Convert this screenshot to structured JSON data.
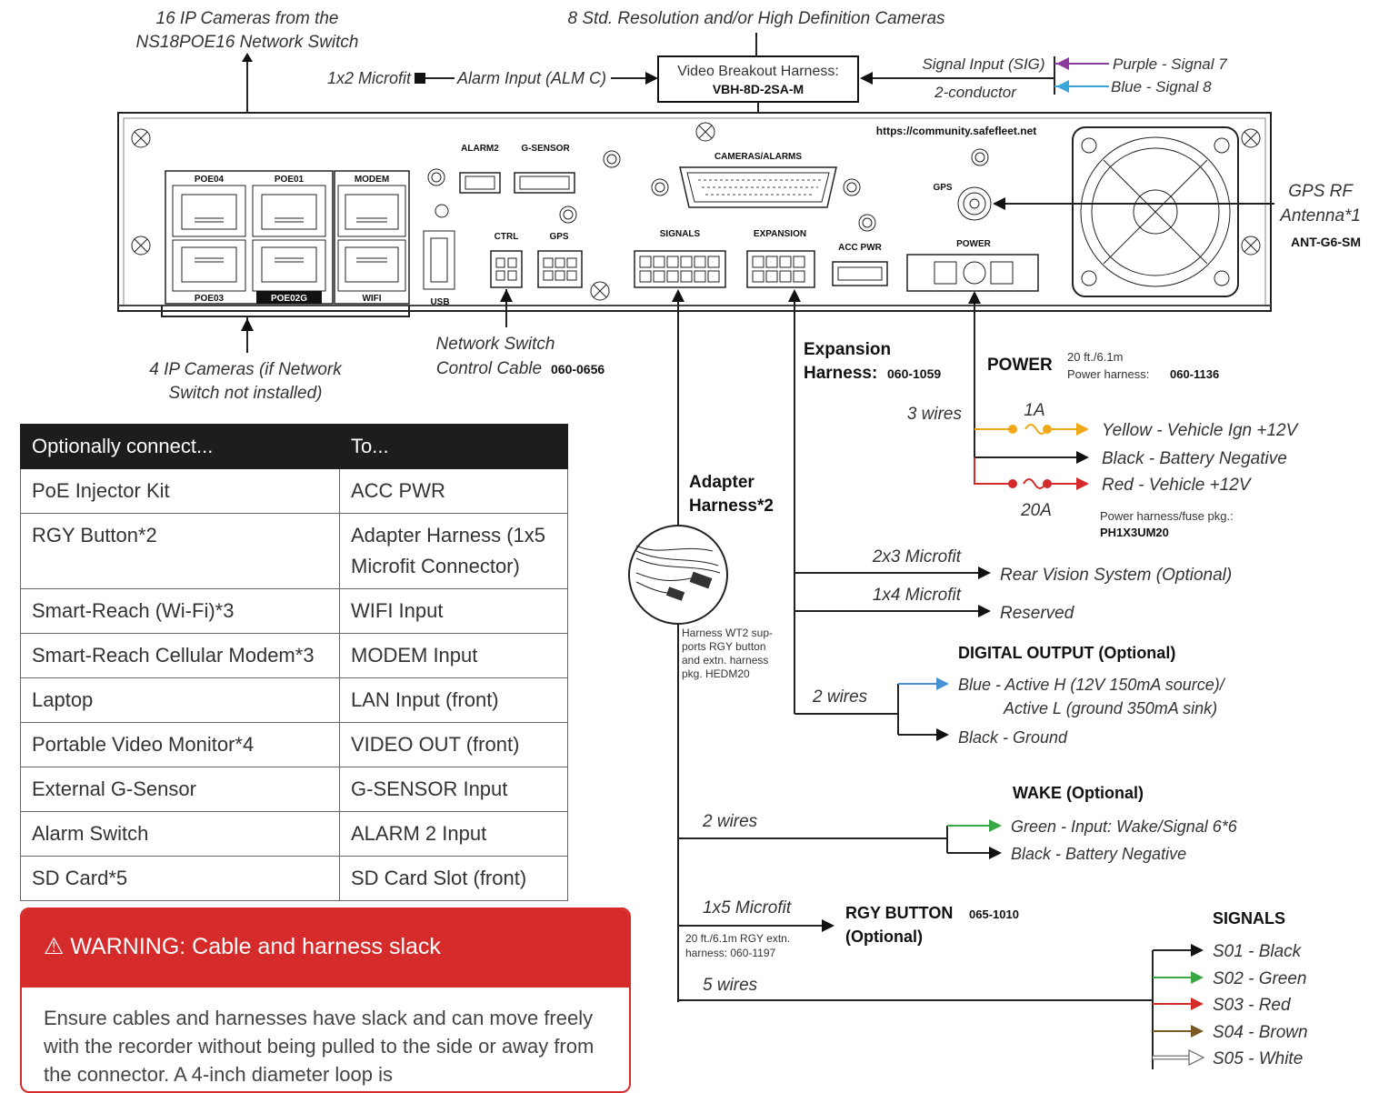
{
  "top": {
    "ip16_line1": "16 IP Cameras from the",
    "ip16_line2": "NS18POE16 Network Switch",
    "cams8": "8 Std. Resolution and/or High Definition Cameras",
    "microfit_1x2": "1x2 Microfit",
    "alarm_input": "Alarm Input (ALM C)",
    "vbh_title": "Video Breakout Harness:",
    "vbh_part": "VBH-8D-2SA-M",
    "signal_input": "Signal Input (SIG)",
    "two_conductor": "2-conductor",
    "purple": "Purple - Signal 7",
    "blue": "Blue - Signal 8"
  },
  "device": {
    "url": "https://community.safefleet.net",
    "labels": {
      "poe04": "POE04",
      "poe01": "POE01",
      "modem": "MODEM",
      "poe03": "POE03",
      "poe02g": "POE02G",
      "wifi": "WIFI",
      "usb": "USB",
      "alarm2": "ALARM2",
      "gsensor": "G-SENSOR",
      "ctrl": "CTRL",
      "gps_conn": "GPS",
      "cameras_alarms": "CAMERAS/ALARMS",
      "signals": "SIGNALS",
      "expansion": "EXPANSION",
      "acc_pwr": "ACC PWR",
      "gps": "GPS",
      "power": "POWER"
    }
  },
  "annotations": {
    "gps_rf_1": "GPS RF",
    "gps_rf_2": "Antenna*1",
    "gps_part": "ANT-G6-SM",
    "ip4_line1": "4 IP Cameras (if Network",
    "ip4_line2": "Switch not installed)",
    "nsc_line1": "Network Switch",
    "nsc_line2": "Control Cable",
    "nsc_part": "060-0656",
    "exp_line1": "Expansion",
    "exp_line2": "Harness:",
    "exp_part": "060-1059",
    "power_title": "POWER",
    "power_len": "20 ft./6.1m",
    "power_harness": "Power harness:",
    "power_part": "060-1136",
    "three_wires": "3 wires",
    "fuse_1a": "1A",
    "yellow": "Yellow - Vehicle Ign +12V",
    "black_batt": "Black - Battery Negative",
    "red": "Red - Vehicle +12V",
    "fuse_20a": "20A",
    "fuse_pkg": "Power harness/fuse pkg.:",
    "fuse_part": "PH1X3UM20",
    "adapter_1": "Adapter",
    "adapter_2": "Harness*2",
    "microfit_2x3": "2x3 Microfit",
    "rear_vision": "Rear Vision System (Optional)",
    "microfit_1x4": "1x4 Microfit",
    "reserved": "Reserved",
    "digital_out": "DIGITAL OUTPUT (Optional)",
    "two_wires_a": "2 wires",
    "do_blue_1": "Blue - Active H (12V 150mA source)/",
    "do_blue_2": "Active L (ground 350mA sink)",
    "do_black": "Black - Ground",
    "wt2_1": "Harness WT2 sup-",
    "wt2_2": "ports RGY button",
    "wt2_3": "and extn. harness",
    "wt2_4": "pkg. HEDM20",
    "wake": "WAKE (Optional)",
    "two_wires_b": "2 wires",
    "wake_green": "Green - Input: Wake/Signal 6*6",
    "wake_black": "Black - Battery Negative",
    "microfit_1x5": "1x5 Microfit",
    "rgy_ext_1": "20 ft./6.1m RGY extn.",
    "rgy_ext_2": "harness: 060-1197",
    "rgy_title": "RGY BUTTON",
    "rgy_part": "065-1010",
    "rgy_opt": "(Optional)",
    "five_wires": "5 wires",
    "signals_title": "SIGNALS",
    "s01": "S01 - Black",
    "s02": "S02 - Green",
    "s03": "S03 - Red",
    "s04": "S04 - Brown",
    "s05": "S05 - White"
  },
  "table": {
    "headers": [
      "Optionally connect...",
      "To..."
    ],
    "rows": [
      [
        "PoE Injector Kit",
        "ACC PWR"
      ],
      [
        "RGY Button*2",
        "Adapter Harness (1x5 Microfit Connector)"
      ],
      [
        "Smart-Reach (Wi-Fi)*3",
        "WIFI Input"
      ],
      [
        "Smart-Reach Cellular Modem*3",
        "MODEM Input"
      ],
      [
        "Laptop",
        "LAN Input (front)"
      ],
      [
        "Portable Video Monitor*4",
        "VIDEO OUT (front)"
      ],
      [
        "External G-Sensor",
        "G-SENSOR Input"
      ],
      [
        "Alarm Switch",
        "ALARM 2 Input"
      ],
      [
        "SD Card*5",
        "SD Card Slot (front)"
      ]
    ]
  },
  "warning": {
    "title": "WARNING: Cable and harness slack",
    "body": "Ensure cables and harnesses have slack and can move freely with the recorder without being pulled to the side or away from the connector. A 4-inch diameter loop is"
  },
  "colors": {
    "warning_red": "#d62b2b",
    "wire_yellow": "#f0a818",
    "wire_red": "#d42a2a",
    "wire_blue": "#4a90d9",
    "wire_green": "#3aa845",
    "wire_purple": "#8a3a9a",
    "wire_brown": "#7a5a22",
    "header_dark": "#1d1d1d"
  }
}
